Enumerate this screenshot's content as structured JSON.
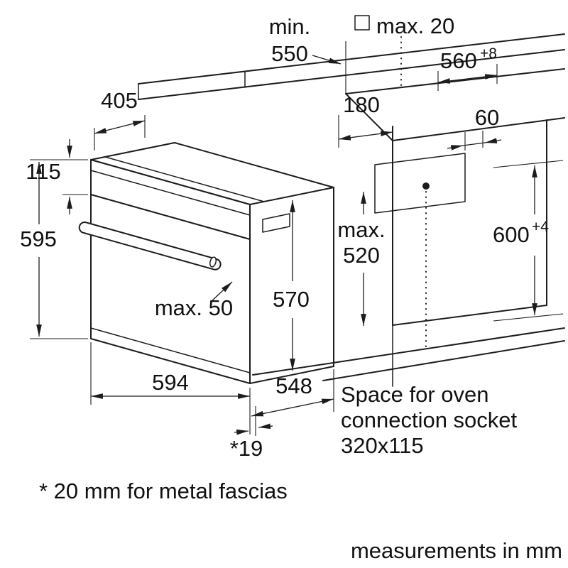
{
  "title": "Built-in oven installation diagram",
  "colors": {
    "line": "#1c1c1c",
    "background": "#ffffff"
  },
  "symbols": {
    "wall_clearance_marker": "square-outline",
    "socket_center_dot": "filled-circle"
  },
  "labels": {
    "min_550_l1": "min.",
    "min_550_l2": "550",
    "max_20": "max. 20",
    "w560": "560",
    "w560_tol": "+8",
    "d405": "405",
    "d180": "180",
    "d60": "60",
    "h115": "115",
    "h595": "595",
    "max_520_l1": "max.",
    "max_520_l2": "520",
    "h600": "600",
    "h600_tol": "+4",
    "max_50": "max. 50",
    "h570": "570",
    "w594": "594",
    "d548": "548",
    "fascia_offset": "*19",
    "socket_l1": "Space for oven",
    "socket_l2": "connection socket",
    "socket_l3": "320x115"
  },
  "notes": {
    "footnote": "* 20 mm for metal fascias",
    "units": "measurements in mm"
  }
}
